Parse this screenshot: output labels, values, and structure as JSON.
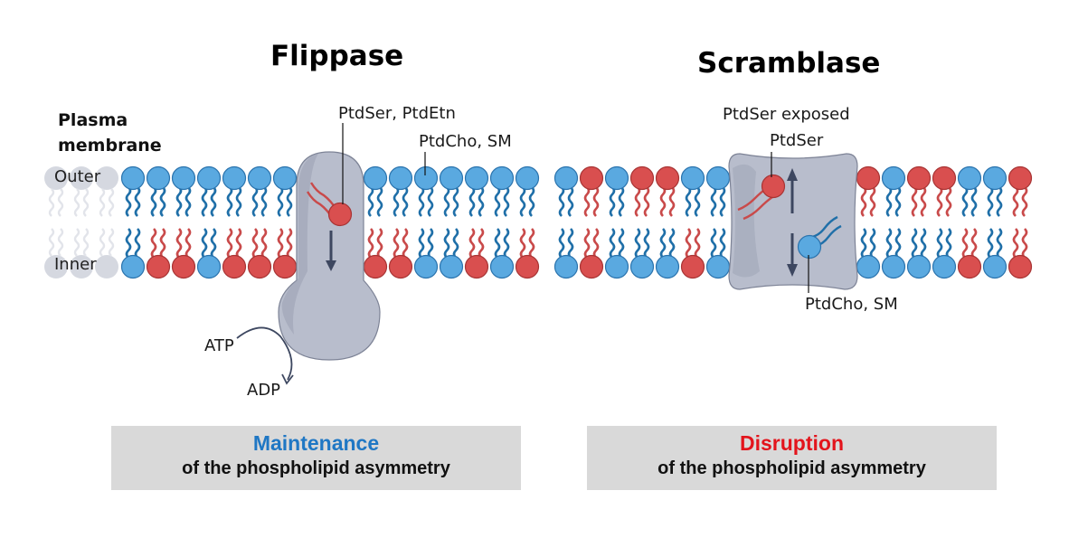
{
  "panels": {
    "flippase": {
      "title": "Flippase",
      "label_top": "PtdSer, PtdEtn",
      "label_right": "PtdCho, SM",
      "atp": "ATP",
      "adp": "ADP",
      "outer_left": [
        "B",
        "B",
        "B",
        "B",
        "B",
        "B",
        "B"
      ],
      "inner_left": [
        "B",
        "R",
        "R",
        "B",
        "R",
        "R",
        "R"
      ],
      "outer_right": [
        "B",
        "B",
        "B",
        "B",
        "B",
        "B",
        "B"
      ],
      "inner_right": [
        "R",
        "R",
        "B",
        "B",
        "R",
        "B",
        "R"
      ],
      "summary_heading": "Maintenance",
      "summary_text": "of the phospholipid asymmetry",
      "heading_color": "#1f77c4"
    },
    "scramblase": {
      "title": "Scramblase",
      "label_top1": "PtdSer exposed",
      "label_top2": "PtdSer",
      "label_bottom": "PtdCho, SM",
      "outer_left": [
        "B",
        "R",
        "B",
        "R",
        "R",
        "B",
        "B"
      ],
      "inner_left": [
        "B",
        "R",
        "B",
        "B",
        "B",
        "R",
        "B"
      ],
      "outer_right": [
        "R",
        "B",
        "R",
        "R",
        "B",
        "B",
        "R"
      ],
      "inner_right": [
        "B",
        "B",
        "B",
        "B",
        "R",
        "B",
        "R"
      ],
      "summary_heading": "Disruption",
      "summary_text": "of the phospholipid asymmetry",
      "heading_color": "#e3141c"
    }
  },
  "membrane": {
    "label_line1": "Plasma",
    "label_line2": "membrane",
    "outer": "Outer",
    "inner": "Inner"
  },
  "colors": {
    "blue_head": "#5aa9e0",
    "blue_stroke": "#2a73ad",
    "blue_tail": "#1f6fa8",
    "red_head": "#d94f4f",
    "red_stroke": "#a83434",
    "red_tail": "#c94a4a",
    "protein": "#b8bdcc",
    "protein_dark": "#9aa0b2",
    "ghost": "#d5d8e0"
  }
}
